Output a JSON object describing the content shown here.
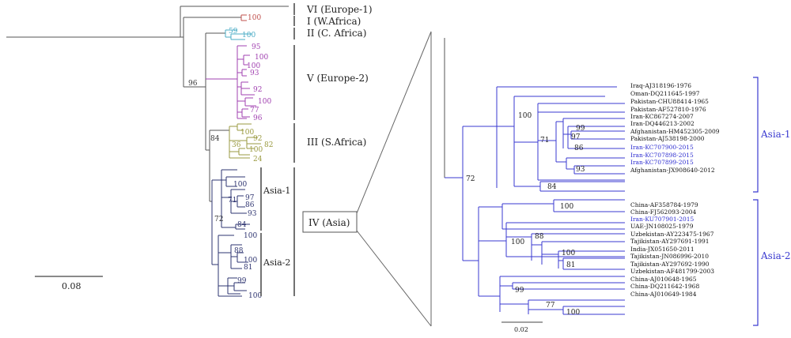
{
  "left_tree": {
    "clades": [
      {
        "label": "VI (Europe-1)"
      },
      {
        "label": "I (W.Africa)"
      },
      {
        "label": "II (C. Africa)"
      },
      {
        "label": "V (Europe-2)"
      },
      {
        "label": "III (S.Africa)"
      },
      {
        "label": "IV (Asia)"
      }
    ],
    "subclades": [
      "Asia-1",
      "Asia-2"
    ],
    "bootstrap": {
      "i_wafrica": "100",
      "ii_cafrica_a": "59",
      "ii_cafrica_b": "100",
      "v_96": "96",
      "v_95": "95",
      "v_100a": "100",
      "v_100b": "100",
      "v_93": "93",
      "v_92": "92",
      "v_100c": "100",
      "v_77": "77",
      "v_96b": "96",
      "iii_84": "84",
      "iii_100": "100",
      "iii_92": "92",
      "iii_36": "36",
      "iii_100b": "100",
      "iii_82": "82",
      "iii_24": "24",
      "iv_72": "72",
      "a1_100": "100",
      "a1_71": "71",
      "a1_97": "97",
      "a1_86": "86",
      "a1_93": "93",
      "a1_84": "84",
      "a2_100": "100",
      "a2_88": "88",
      "a2_100b": "100",
      "a2_81": "81",
      "a2_99": "99",
      "a2_100c": "100"
    },
    "scale_label": "0.08"
  },
  "right_tree": {
    "groups": [
      "Asia-1",
      "Asia-2"
    ],
    "leaves": [
      {
        "name": "Iraq-AJ318196-1976",
        "highlight": false
      },
      {
        "name": "Oman-DQ211645-1997",
        "highlight": false
      },
      {
        "name": "Pakistan-CHU88414-1965",
        "highlight": false
      },
      {
        "name": "Pakistan-AF527810-1976",
        "highlight": false
      },
      {
        "name": "Iran-KC867274-2007",
        "highlight": false
      },
      {
        "name": "Iran-DQ446213-2002",
        "highlight": false
      },
      {
        "name": "Afghanistan-HM452305-2009",
        "highlight": false
      },
      {
        "name": "Pakistan-AJ538198-2000",
        "highlight": false
      },
      {
        "name": "Iran-KC707900-2015",
        "highlight": true
      },
      {
        "name": "Iran-KC707898-2015",
        "highlight": true
      },
      {
        "name": "Iran-KC707899-2015",
        "highlight": true
      },
      {
        "name": "Afghanistan-JX908640-2012",
        "highlight": false
      },
      {
        "name": "China-AF358784-1979",
        "highlight": false
      },
      {
        "name": "China-FJ562093-2004",
        "highlight": false
      },
      {
        "name": "Iran-KU707901-2015",
        "highlight": true
      },
      {
        "name": "UAE-JN108025-1979",
        "highlight": false
      },
      {
        "name": "Uzbekistan-AY223475-1967",
        "highlight": false
      },
      {
        "name": "Tajikistan-AY297691-1991",
        "highlight": false
      },
      {
        "name": "India-JX051650-2011",
        "highlight": false
      },
      {
        "name": "Tajikistan-JN086996-2010",
        "highlight": false
      },
      {
        "name": "Tajikistan-AY297692-1990",
        "highlight": false
      },
      {
        "name": "Uzbekistan-AF481799-2003",
        "highlight": false
      },
      {
        "name": "China-AJ010648-1965",
        "highlight": false
      },
      {
        "name": "China-DQ211642-1968",
        "highlight": false
      },
      {
        "name": "China-AJ010649-1984",
        "highlight": false
      }
    ],
    "bootstrap": {
      "r_100": "100",
      "r_71": "71",
      "r_99": "99",
      "r_97": "97",
      "r_86": "86",
      "r_93": "93",
      "r_84": "84",
      "r_72": "72",
      "r_100b": "100",
      "r_88": "88",
      "r_100c": "100",
      "r_100d": "100",
      "r_81": "81",
      "r_99b": "99",
      "r_77": "77",
      "r_100e": "100"
    },
    "scale_label": "0.02"
  },
  "colors": {
    "tree": "#555555",
    "i_wafrica": "#c0504d",
    "ii_cafrica": "#4bacc6",
    "v_europe2": "#a040b0",
    "iii_safrica": "#9a9a40",
    "iv_asia": "#2e3470",
    "right_tree": "#3a3ad0",
    "bracket": "#3a3ad0"
  }
}
